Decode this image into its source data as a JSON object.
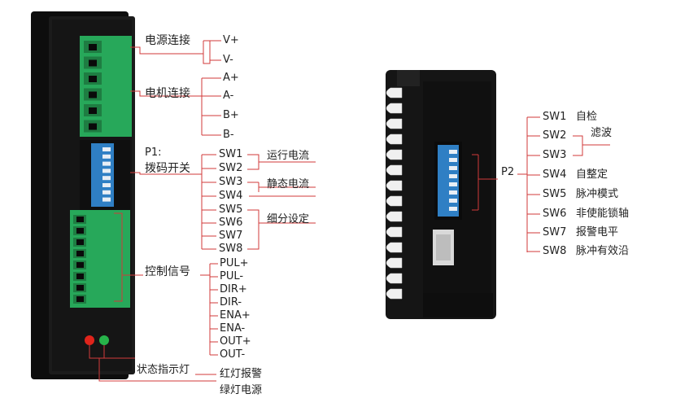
{
  "left": {
    "power_group": "电源连接",
    "power_pins": [
      "V+",
      "V-"
    ],
    "motor_group": "电机连接",
    "motor_pins": [
      "A+",
      "A-",
      "B+",
      "B-"
    ],
    "dip_title": "P1:",
    "dip_group": "拨码开关",
    "switches": [
      "SW1",
      "SW2",
      "SW3",
      "SW4",
      "SW5",
      "SW6",
      "SW7",
      "SW8"
    ],
    "sw_run_current": "运行电流",
    "sw_static_current": "静态电流",
    "sw_microstep": "细分设定",
    "control_group": "控制信号",
    "control_pins": [
      "PUL+",
      "PUL-",
      "DIR+",
      "DIR-",
      "ENA+",
      "ENA-",
      "OUT+",
      "OUT-"
    ],
    "led_group": "状态指示灯",
    "led_red": "红灯报警",
    "led_green": "绿灯电源"
  },
  "right": {
    "dip_title": "P2",
    "switches": [
      "SW1",
      "SW2",
      "SW3",
      "SW4",
      "SW5",
      "SW6",
      "SW7",
      "SW8"
    ],
    "functions": [
      "自检",
      "滤波",
      "",
      "自整定",
      "脉冲模式",
      "非使能锁轴",
      "报警电平",
      "脉冲有效沿"
    ]
  },
  "colors": {
    "housing": "#151515",
    "terminal_green": "#27a85a",
    "dip_blue": "#2f7fc4",
    "leader_line": "#d23a3a",
    "led_red": "#e0241b",
    "led_green": "#27b34a"
  }
}
